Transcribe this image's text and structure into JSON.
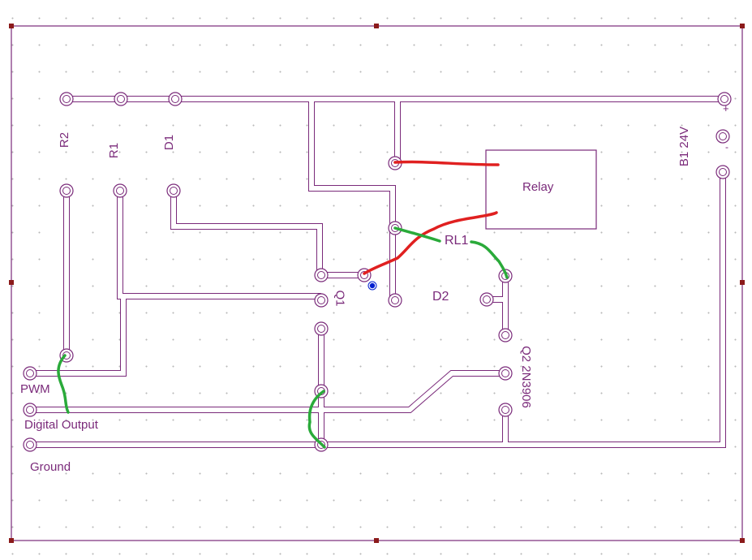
{
  "colors": {
    "trace": "#7a2a7a",
    "wire_red": "#e02020",
    "wire_green": "#2aaa3a",
    "marker": "#0020d0",
    "handle": "#8b1a1a"
  },
  "labels": {
    "r2": "R2",
    "r1": "R1",
    "d1": "D1",
    "battery": "B1 24V",
    "plus": "+",
    "minus": "-",
    "relay": "Relay",
    "rl1": "RL1",
    "q1": "Q1",
    "d2": "D2",
    "q2": "Q2 2N3906",
    "pwm": "PWM",
    "digital_output": "Digital Output",
    "ground": "Ground"
  }
}
